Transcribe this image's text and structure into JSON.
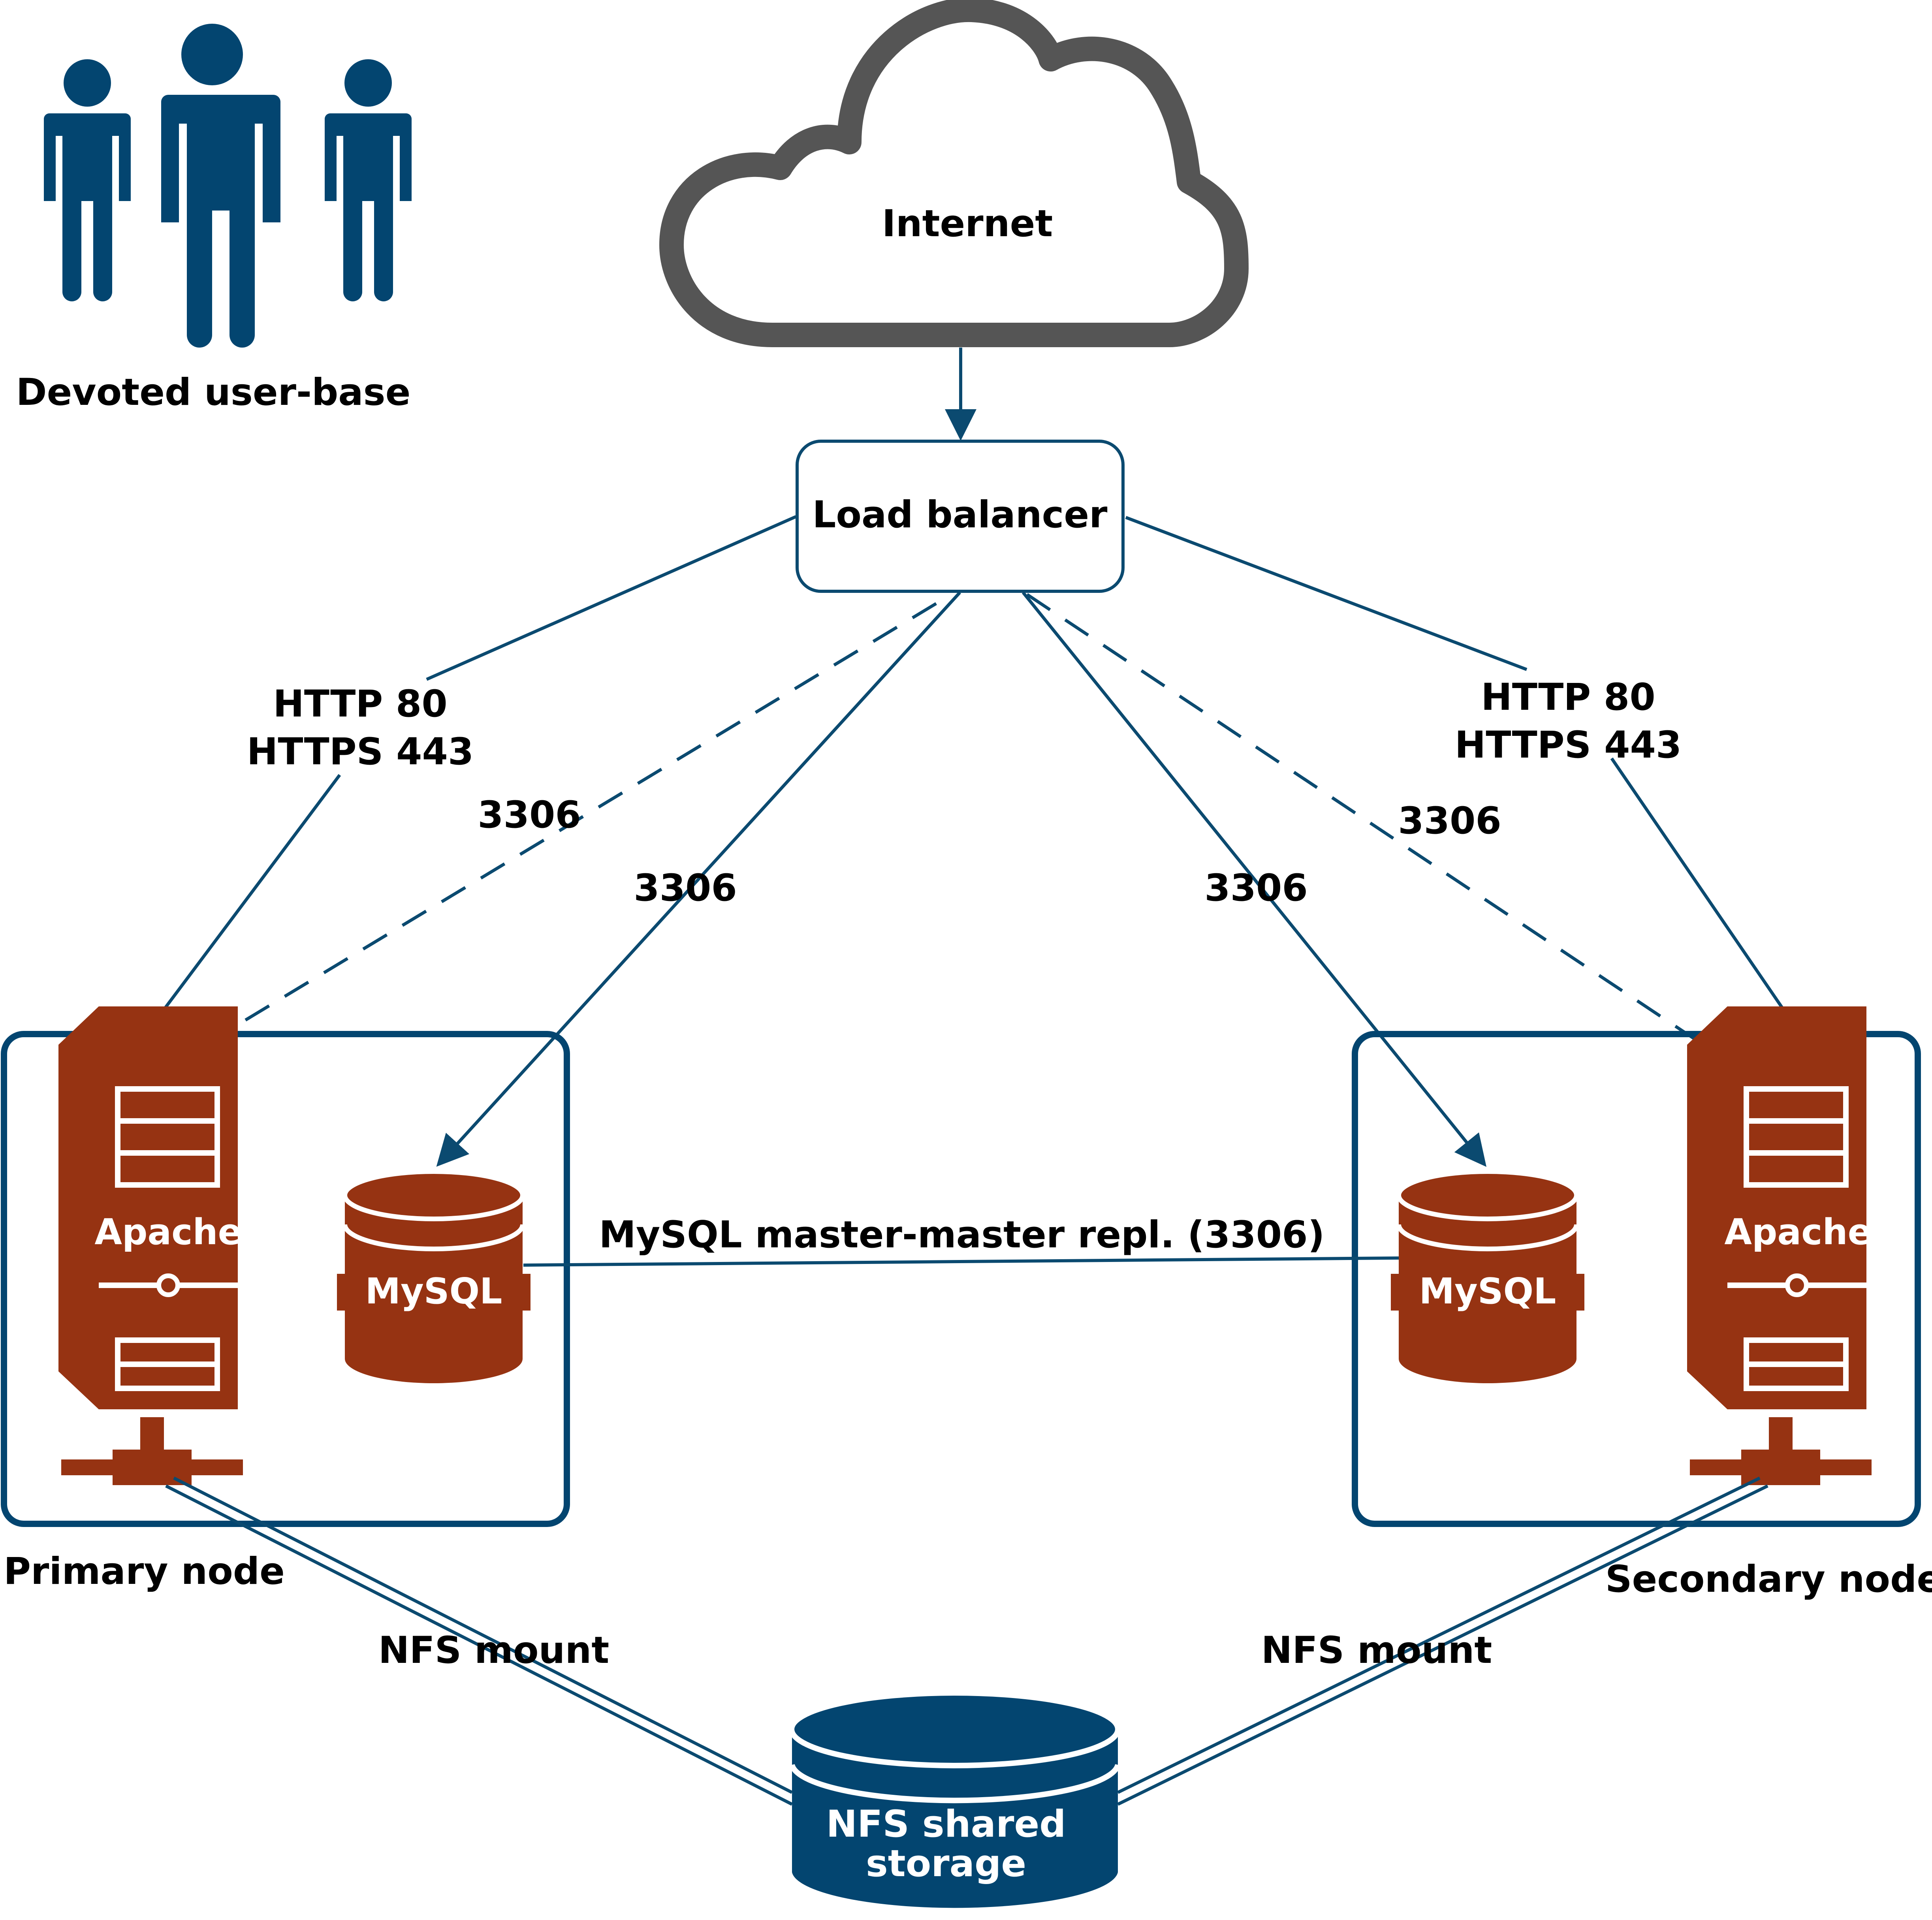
{
  "users": {
    "label": "Devoted user-base",
    "icon": "users-group-icon"
  },
  "internet": {
    "label": "Internet",
    "icon": "cloud-icon"
  },
  "load_balancer": {
    "label": "Load balancer"
  },
  "links": {
    "http_left_line1": "HTTP 80",
    "http_left_line2": "HTTPS 443",
    "http_right_line1": "HTTP 80",
    "http_right_line2": "HTTPS 443",
    "port_left_dashed": "3306",
    "port_left_solid": "3306",
    "port_right_solid": "3306",
    "port_right_dashed": "3306",
    "replication": "MySQL master-master repl. (3306)",
    "nfs_left": "NFS mount",
    "nfs_right": "NFS mount"
  },
  "primary_node": {
    "label": "Primary node",
    "server_label": "Apache",
    "db_label": "MySQL"
  },
  "secondary_node": {
    "label": "Secondary node",
    "server_label": "Apache",
    "db_label": "MySQL"
  },
  "storage": {
    "line1": "NFS shared",
    "line2": "storage"
  },
  "colors": {
    "navy": "#034570",
    "rust": "#963312",
    "cloud_stroke": "#555555",
    "line": "#0b4a70"
  }
}
